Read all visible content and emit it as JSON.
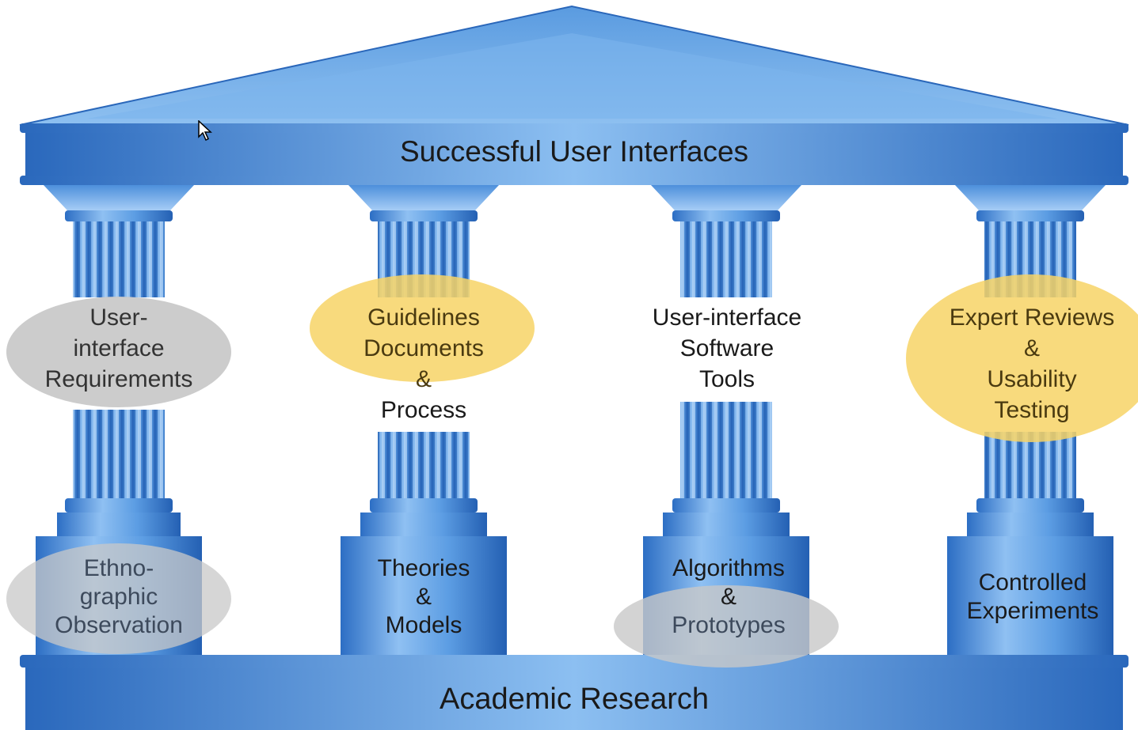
{
  "roof": {
    "title": "Successful User Interfaces"
  },
  "base": {
    "title": "Academic Research"
  },
  "pillars": [
    {
      "upper": [
        "User-",
        "interface",
        "Requirements"
      ],
      "lower": [
        "Ethno-",
        "graphic",
        "Observation"
      ]
    },
    {
      "upper": [
        "Guidelines",
        "Documents",
        "&",
        "Process"
      ],
      "lower": [
        "Theories",
        "&",
        "Models"
      ]
    },
    {
      "upper": [
        "User-interface",
        "Software",
        "Tools"
      ],
      "lower": [
        "Algorithms",
        "&",
        "Prototypes"
      ]
    },
    {
      "upper": [
        "Expert Reviews",
        "&",
        "Usability",
        "Testing"
      ],
      "lower": [
        "Controlled",
        "Experiments"
      ]
    }
  ],
  "colors": {
    "blue_light": "#9cc8f4",
    "blue_mid": "#4f93dd",
    "blue_dark": "#1f5fb0",
    "highlight_yellow": "#f7d66a",
    "highlight_gray": "#c9c9c9"
  },
  "highlights": [
    {
      "target": "User-interface Requirements",
      "color": "gray"
    },
    {
      "target": "Guidelines Documents",
      "color": "yellow"
    },
    {
      "target": "Expert Reviews & Usability Testing",
      "color": "yellow"
    },
    {
      "target": "Ethnographic Observation",
      "color": "gray"
    },
    {
      "target": "Prototypes",
      "color": "gray"
    }
  ]
}
